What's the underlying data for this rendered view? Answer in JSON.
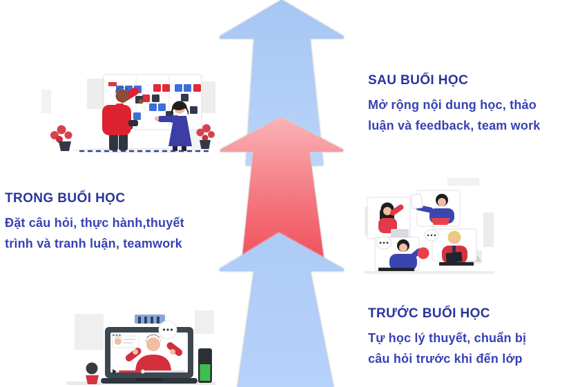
{
  "background_color": "#ffffff",
  "palette": {
    "title_color": "#2c339e",
    "body_color": "#3741b5",
    "arrow_blue": "#abc9f6",
    "arrow_red_light": "#f9b2b6",
    "arrow_red_dark": "#f04e5b",
    "halo_gray": "#c9c9c9",
    "illustration_red": "#d82e3b",
    "illustration_indigo": "#3a46b0",
    "dashed_line_blue": "#2e3f96"
  },
  "flow": {
    "direction": "up",
    "segments": [
      {
        "position": "bottom",
        "color": "blue"
      },
      {
        "position": "middle",
        "color": "red"
      },
      {
        "position": "top",
        "color": "blue"
      }
    ]
  },
  "stages": [
    {
      "id": "before-class",
      "title": "TRƯỚC BUỔI HỌC",
      "lines": [
        "Tự học lý thuyết, chuẩn bị",
        "câu hỏi trước khi đến lớp"
      ],
      "illustration": "video-lecture-on-laptop",
      "text_side": "right",
      "illustration_side": "left"
    },
    {
      "id": "during-class",
      "title": "TRONG BUỔI HỌC",
      "lines": [
        "Đặt câu hỏi, thực hành,thuyết",
        "trình và tranh luận, teamwork"
      ],
      "illustration": "two-people-at-kanban-whiteboard",
      "text_side": "left",
      "illustration_side": "left-top"
    },
    {
      "id": "after-class",
      "title": "SAU BUỔI HỌC",
      "lines": [
        "Mở rộng nội dung học, thảo",
        "luận và feedback, team work"
      ],
      "illustration": "four-people-online-group-discussion",
      "text_side": "right",
      "illustration_side": "right-middle"
    }
  ]
}
